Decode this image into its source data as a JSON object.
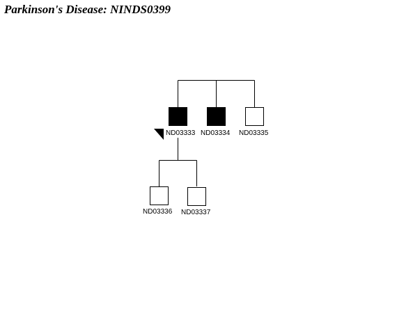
{
  "title": "Parkinson's Disease: NINDS0399",
  "pedigree": {
    "individuals": [
      {
        "id": "ND03333",
        "sex": "male",
        "affected": true,
        "proband": true
      },
      {
        "id": "ND03334",
        "sex": "male",
        "affected": true,
        "proband": false
      },
      {
        "id": "ND03335",
        "sex": "male",
        "affected": false,
        "proband": false
      },
      {
        "id": "ND03336",
        "sex": "male",
        "affected": false,
        "proband": false
      },
      {
        "id": "ND03337",
        "sex": "male",
        "affected": false,
        "proband": false
      }
    ],
    "colors": {
      "affected_fill": "#000000",
      "unaffected_fill": "#ffffff",
      "line": "#000000"
    }
  }
}
